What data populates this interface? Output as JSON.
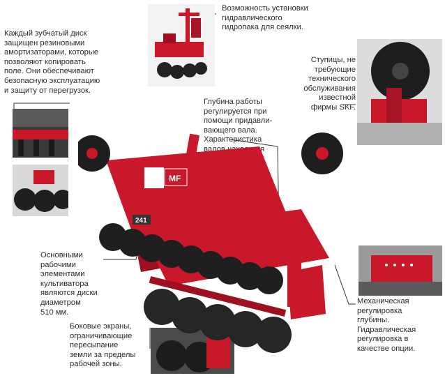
{
  "captions": {
    "flex_discs": "Каждый зубчатый диск\nзащищен резиновыми\nамортизаторами, которые\nпозволяют копировать\nполе. Они обеспечивают\nбезопасную эксплуатацию\nи защиту от перегрузок.",
    "seeder": "Возможность установки\nгидравлического\nгидропака для сеялки.",
    "hubs": "Ступицы, не\nтребующие\nтехнического\nобслуживания\nизвестной\nфирмы SKF.",
    "depth_roller": "Глубина работы\nрегулируется при\nпомощи придавли-\nвающего вала.\nХарактеристика\nвалов находится\nна 16 странице.",
    "working_discs": "Основными\nрабочими\nэлементами\nкультиватора\nявляются диски\nдиаметром\n510 мм.",
    "side_shields": "Боковые экраны,\nограничивающие\nпересыпание\nземли за пределы\nрабочей зоны.",
    "depth_adjust": "Механическая\nрегулировка\nглубины.\nГидравлическая\nрегулировка в\nкачестве опции."
  },
  "machine_labels": {
    "brand": "MF",
    "model": "241"
  },
  "colors": {
    "frame_red": "#c8182a",
    "frame_dark": "#8e0f1c",
    "steel": "#2a2a2a",
    "leader": "#333333"
  }
}
